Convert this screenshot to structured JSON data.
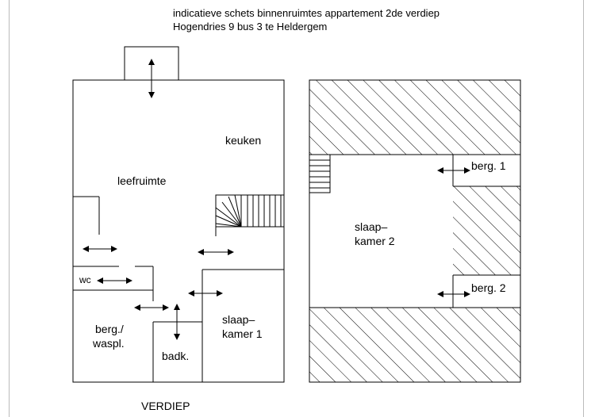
{
  "header": {
    "line1": "indicatieve schets binnenruimtes appartement 2de verdiep",
    "line2": "Hogendries 9 bus 3 te Heldergem"
  },
  "left_plan": {
    "keuken": "keuken",
    "leefruimte": "leefruimte",
    "wc": "wc",
    "berg_line1": "berg./",
    "berg_line2": "waspl.",
    "badk": "badk.",
    "slaapkamer1_line1": "slaap–",
    "slaapkamer1_line2": "kamer 1"
  },
  "right_plan": {
    "berg1": "berg. 1",
    "berg2": "berg. 2",
    "slaapkamer2_line1": "slaap–",
    "slaapkamer2_line2": "kamer 2"
  },
  "footer": {
    "caption": "VERDIEP"
  },
  "colors": {
    "line": "#000000",
    "border": "#bbbbbb"
  }
}
